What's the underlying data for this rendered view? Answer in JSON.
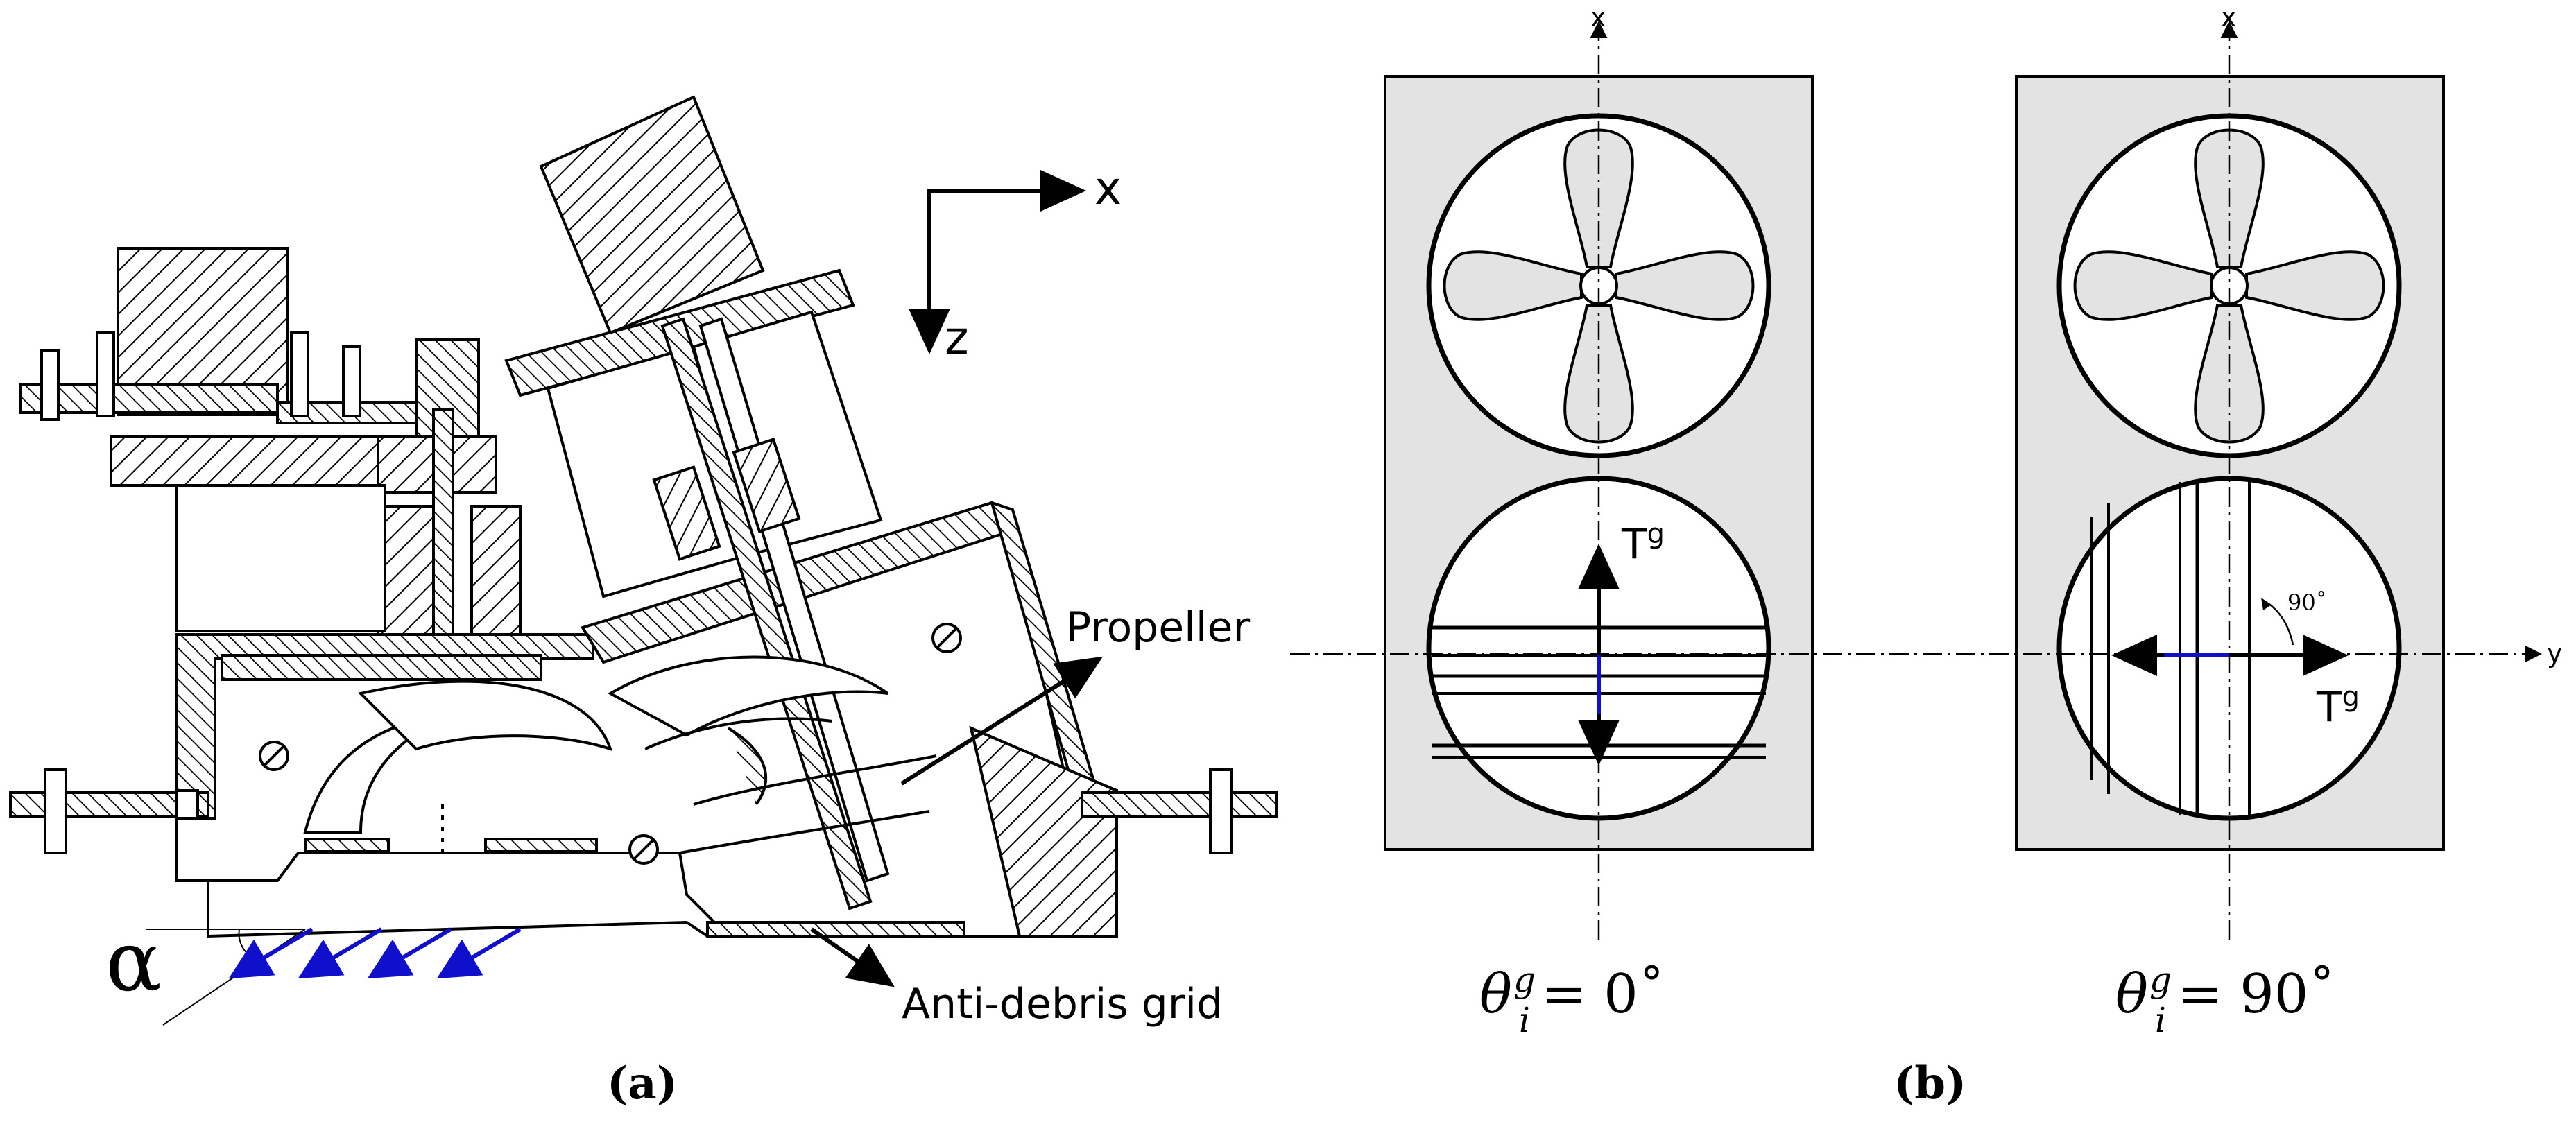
{
  "panel_a": {
    "caption": "(a)",
    "axis_x_label": "x",
    "axis_z_label": "z",
    "propeller_label": "Propeller",
    "grid_label": "Anti-debris grid",
    "angle_symbol": "α"
  },
  "panel_b": {
    "caption": "(b)",
    "axis_x_label": "x",
    "axis_y_label": "y",
    "left_thrust_label": "T",
    "left_thrust_sup": "g",
    "right_thrust_label": "T",
    "right_thrust_sup": "g",
    "angle_mark": "90˚",
    "left_formula": {
      "theta": "θ",
      "sup": "g",
      "sub": "i",
      "rhs": "= 0˚"
    },
    "right_formula": {
      "theta": "θ",
      "sup": "g",
      "sub": "i",
      "rhs": "= 90˚"
    }
  },
  "colors": {
    "arrow_blue": "#1010cc",
    "panel_gray": "#e3e3e3",
    "ink": "#000000"
  },
  "icons": [
    "propeller-icon",
    "hatched-section-drawing",
    "thrust-arrow-icon"
  ]
}
